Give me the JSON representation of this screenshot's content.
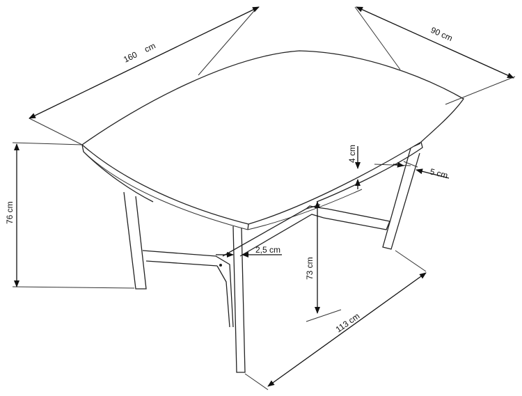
{
  "dimensions": {
    "length": "160    cm",
    "width": "90 cm",
    "height_total": "76 cm",
    "height_clearance": "73 cm",
    "top_thickness": "4 cm",
    "leg_width": "5 cm",
    "leg_profile": "2,5 cm",
    "base_length": "113 cm"
  }
}
